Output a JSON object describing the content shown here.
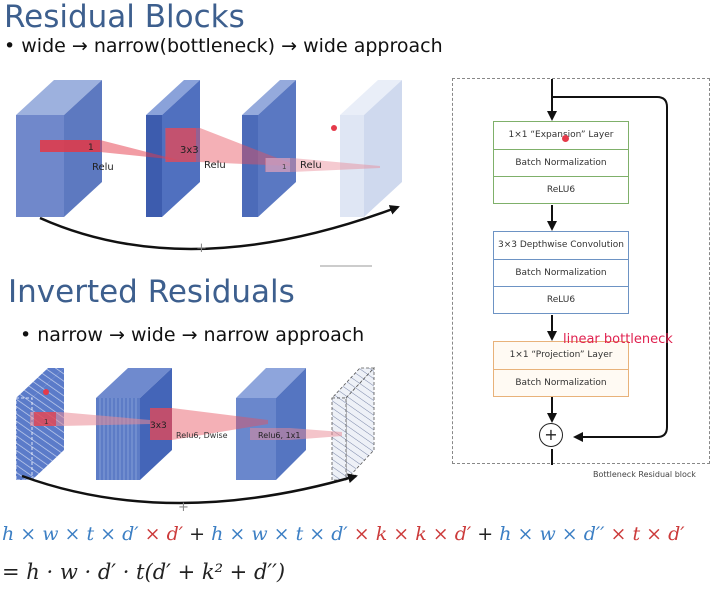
{
  "residual": {
    "title": "Residual Blocks",
    "bullet": "wide → narrow(bottleneck) → wide approach",
    "labels": {
      "k1a": "1",
      "relu1": "Relu",
      "k3": "3x3",
      "relu2": "Relu",
      "k1b": "1",
      "relu3": "Relu",
      "plus": "+"
    }
  },
  "inverted": {
    "title": "Inverted Residuals",
    "bullet": "narrow → wide → narrow approach",
    "labels": {
      "k1a": "1",
      "k3": "3x3",
      "relu_dwise": "Relu6, Dwise",
      "relu_1x1": "Relu6, 1x1",
      "plus": "+"
    }
  },
  "bottleneck": {
    "expansion": [
      "1×1 “Expansion” Layer",
      "Batch Normalization",
      "ReLU6"
    ],
    "depthwise": [
      "3×3 Depthwise Convolution",
      "Batch Normalization",
      "ReLU6"
    ],
    "projection": [
      "1×1 “Projection” Layer",
      "Batch Normalization"
    ],
    "annotation": "linear bottleneck",
    "add_symbol": "+",
    "caption": "Bottleneck Residual block"
  },
  "formula": {
    "line1": [
      {
        "text": "h × w × t × d′",
        "color": "blue"
      },
      {
        "text": " × d′",
        "color": "red"
      },
      {
        "text": " + ",
        "color": "black"
      },
      {
        "text": "h × w × t × d′",
        "color": "blue"
      },
      {
        "text": " × k × k × d′",
        "color": "red"
      },
      {
        "text": " + ",
        "color": "black"
      },
      {
        "text": "h × w × d′′",
        "color": "blue"
      },
      {
        "text": " × t × d′",
        "color": "red"
      }
    ],
    "line2": "= h · w · d′ · t(d′ + k² + d′′)"
  },
  "colors": {
    "title": "#3d5f8e",
    "block_blue": "#6f8fce",
    "block_dark": "#4e6fc0",
    "block_light": "#dde5f3",
    "accent_red": "#e53a4a",
    "annotation": "#e0214f",
    "formula_blue": "#3c7fc4",
    "formula_red": "#cc3b3b",
    "green_border": "#7fb06a",
    "blue_border": "#6d93c4",
    "orange_border": "#e8b27a"
  }
}
